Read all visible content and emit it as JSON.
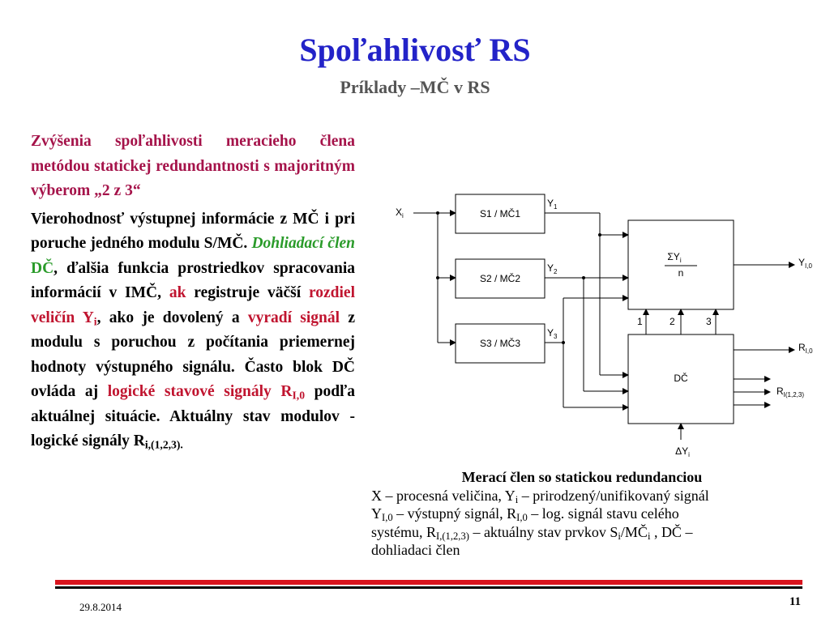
{
  "title": "Spoľahlivosť RS",
  "subtitle": "Príklady –MČ v RS",
  "left": {
    "heading": "Zvýšenia spoľahlivosti meracieho člena metódou statickej redundantnosti s majoritným výberom „2 z 3“",
    "p1": "Vierohodnosť výstupnej informácie z MČ i pri poruche jedného modulu S/MČ.",
    "dohliadaci": "Dohliadací člen",
    "dc": "DČ",
    "p2": ", ďalšia funkcia prostriedkov spracovania informácií v IMČ,",
    "ak": "ak",
    "p3": "registruje väčší",
    "rozdiel": "rozdiel veličín Y",
    "rozdiel_sub": "i",
    "p4": ", ako je dovolený a",
    "vyradi": "vyradí signál",
    "p5": "z modulu s poruchou z počítania priemernej hodnoty výstupného signálu. Často blok DČ ovláda aj",
    "logicke": "logické stavové signály R",
    "logicke_sub": "I,0",
    "p6": "podľa aktuálnej situácie. Aktuálny stav modulov - logické signály R",
    "p6_sub": "i,(1,2,3).",
    "p6_end": ""
  },
  "diagram": {
    "xi": "X",
    "xi_sub": "i",
    "s1": "S1 / MČ1",
    "s2": "S2 / MČ2",
    "s3": "S3 / MČ3",
    "y1": "Y",
    "y1_sub": "1",
    "y2": "Y",
    "y2_sub": "2",
    "y3": "Y",
    "y3_sub": "3",
    "sum_top": "ΣY",
    "sum_top_sub": "i",
    "sum_bottom": "n",
    "dc": "DČ",
    "n1": "1",
    "n2": "2",
    "n3": "3",
    "yi0": "Y",
    "yi0_sub": "I,0",
    "ri0": "R",
    "ri0_sub": "I,0",
    "ri123": "R",
    "ri123_sub": "I(1,2,3)",
    "dyi": "ΔY",
    "dyi_sub": "i"
  },
  "caption": {
    "title": "Merací člen so statickou redundanciou",
    "l1a": "X – procesná veličina, Y",
    "l1b": "i",
    "l1c": " – prirodzený/unifikovaný signál",
    "l2a": "Y",
    "l2b": "I,0",
    "l2c": " – výstupný signál, R",
    "l2d": "I,0",
    "l2e": " – log. signál stavu celého",
    "l3a": "systému, R",
    "l3b": "I,(1,2,3)",
    "l3c": "  –  aktuálny stav prvkov S",
    "l3d": "i",
    "l3e": "/MČ",
    "l3f": "i",
    "l3g": " , DČ –",
    "l4": "dohliadaci člen"
  },
  "footer": {
    "date": "29.8.2014",
    "page": "11"
  }
}
